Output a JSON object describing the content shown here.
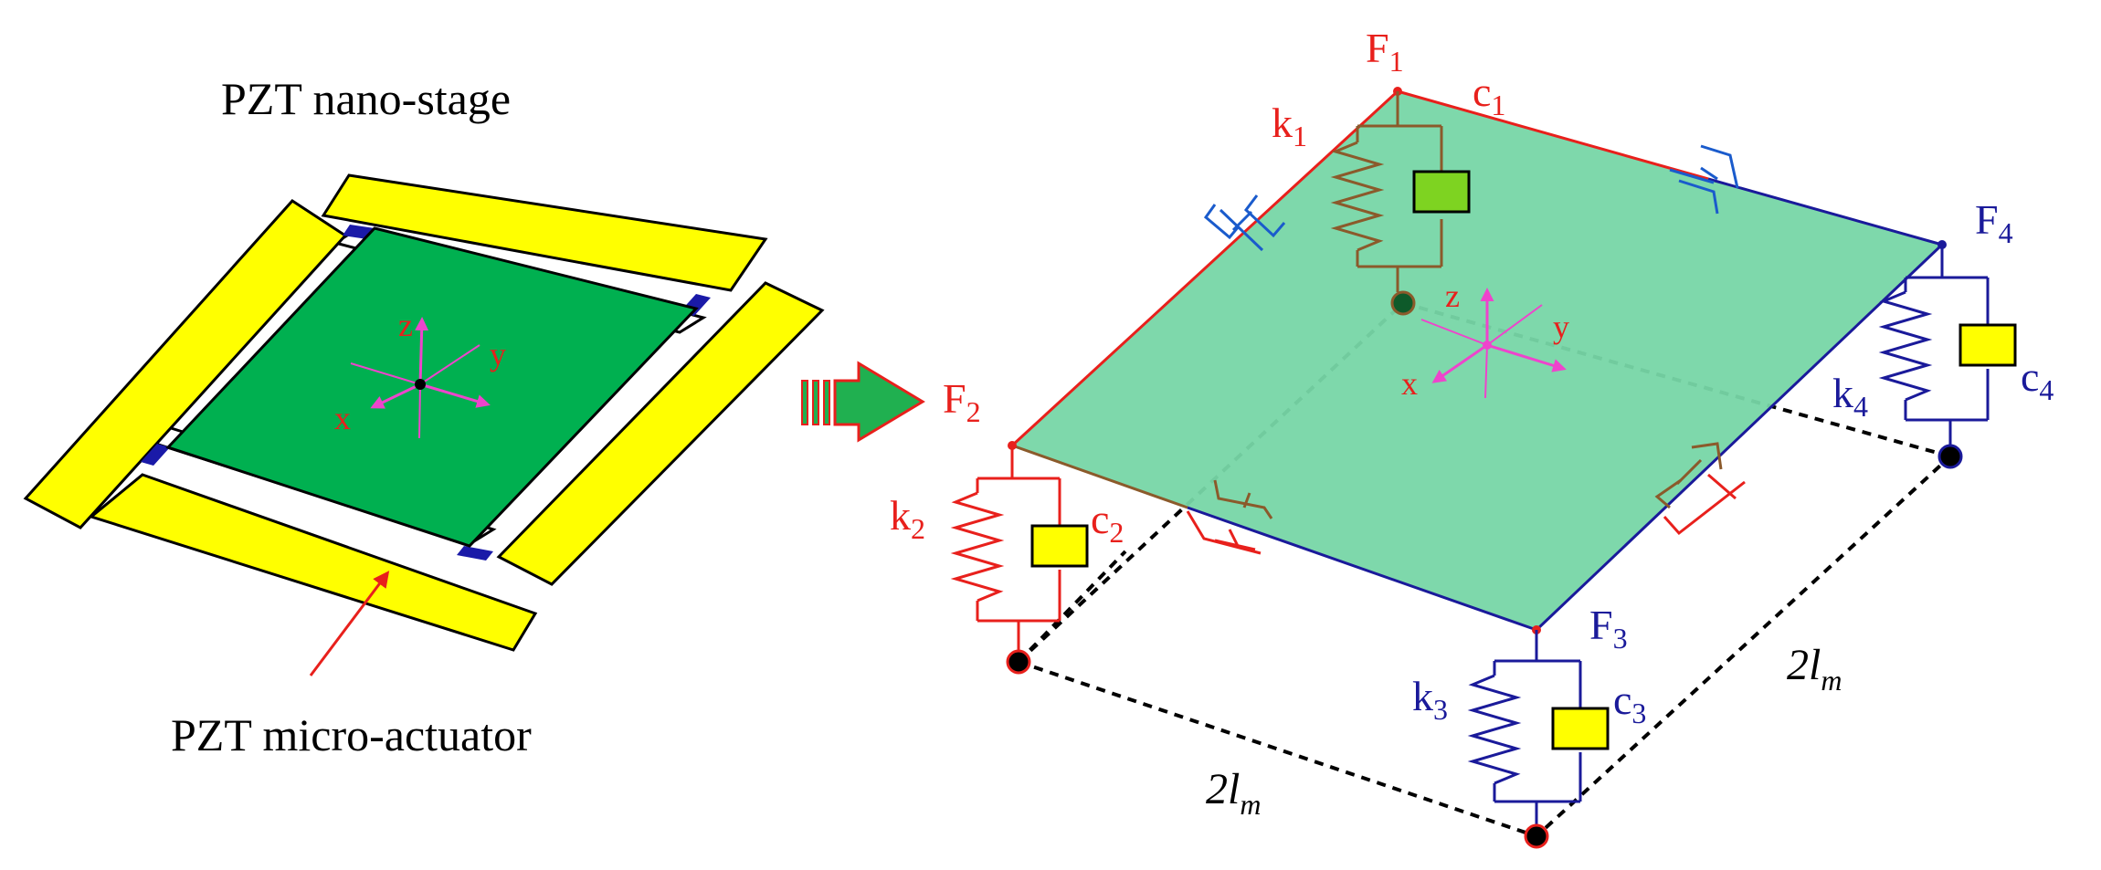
{
  "left": {
    "title": "PZT nano-stage",
    "actuator_label": "PZT micro-actuator",
    "axes": {
      "x": "x",
      "y": "y",
      "z": "z"
    }
  },
  "right": {
    "axes": {
      "x": "x",
      "y": "y",
      "z": "z"
    },
    "forces": [
      {
        "letter": "F",
        "sub": "1"
      },
      {
        "letter": "F",
        "sub": "2"
      },
      {
        "letter": "F",
        "sub": "3"
      },
      {
        "letter": "F",
        "sub": "4"
      }
    ],
    "springs": [
      {
        "letter": "k",
        "sub": "1"
      },
      {
        "letter": "k",
        "sub": "2"
      },
      {
        "letter": "k",
        "sub": "3"
      },
      {
        "letter": "k",
        "sub": "4"
      }
    ],
    "dampers": [
      {
        "letter": "c",
        "sub": "1"
      },
      {
        "letter": "c",
        "sub": "2"
      },
      {
        "letter": "c",
        "sub": "3"
      },
      {
        "letter": "c",
        "sub": "4"
      }
    ],
    "dimension": {
      "base": "2",
      "var": "l",
      "sub": "m"
    }
  },
  "colors": {
    "stage_green": "#00b050",
    "plate_green": "#77d6a6",
    "actuator_yellow": "#ffff00",
    "red": "#e8201c",
    "blue": "#1a1a9a",
    "brown": "#8b5a2b",
    "magenta": "#ee44cc",
    "damper_green": "#7ed321",
    "arrow_green": "#20b050"
  }
}
